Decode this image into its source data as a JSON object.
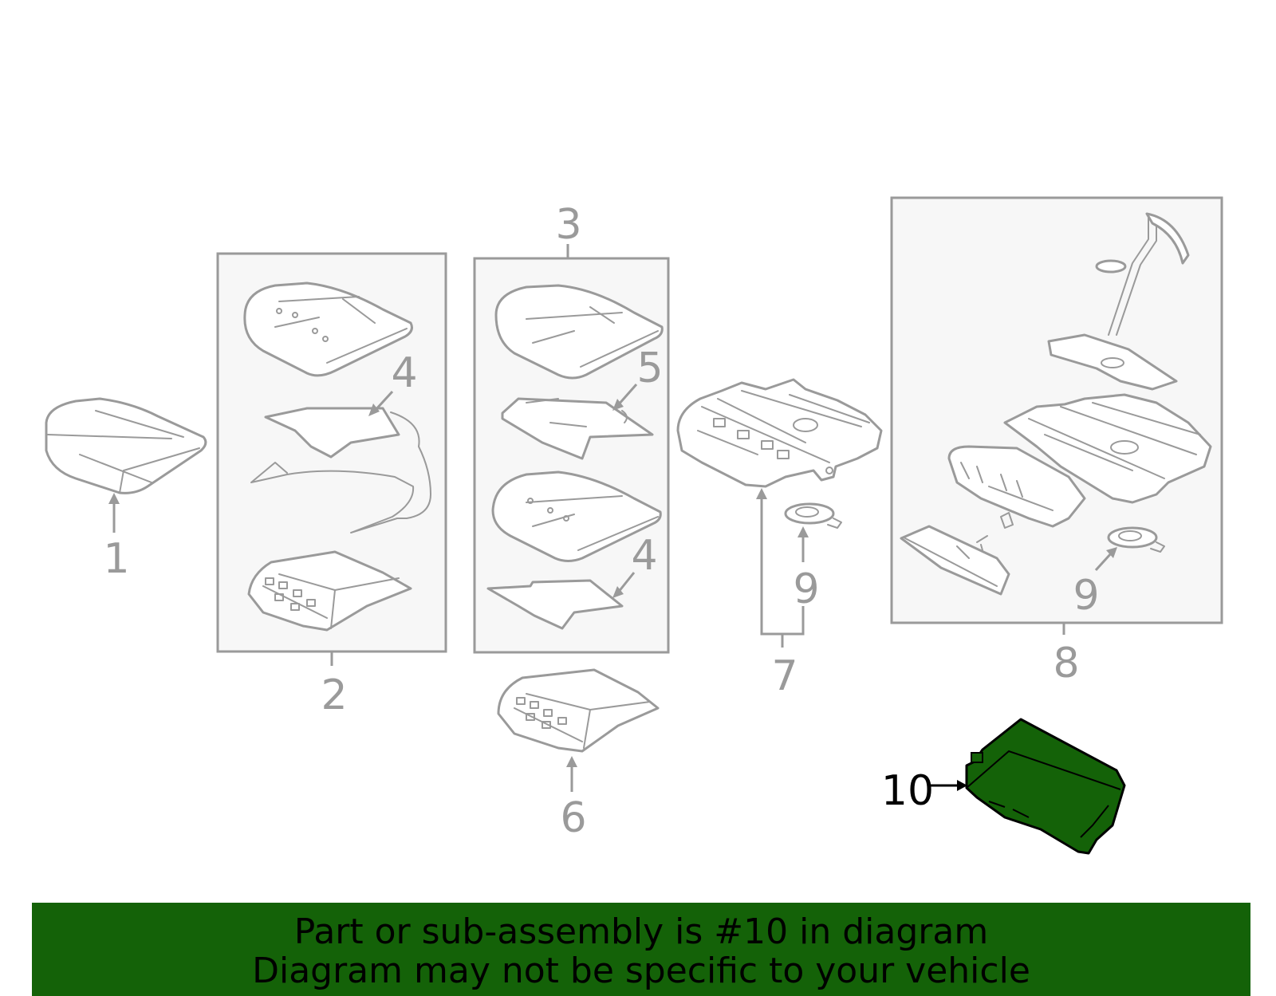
{
  "labels": {
    "l1": "1",
    "l2": "2",
    "l3": "3",
    "l4a": "4",
    "l4b": "4",
    "l5": "5",
    "l6": "6",
    "l7": "7",
    "l8": "8",
    "l9a": "9",
    "l9b": "9",
    "l10": "10"
  },
  "highlight": {
    "part_number": "10",
    "color": "#146208"
  },
  "colors": {
    "line": "#9a9a9a",
    "box_fill": "#f7f7f7",
    "banner": "#146208",
    "module": "#146208"
  },
  "banner": {
    "line1": "Part or sub-assembly is #10 in diagram",
    "line2": "Diagram may not be specific to your vehicle"
  }
}
